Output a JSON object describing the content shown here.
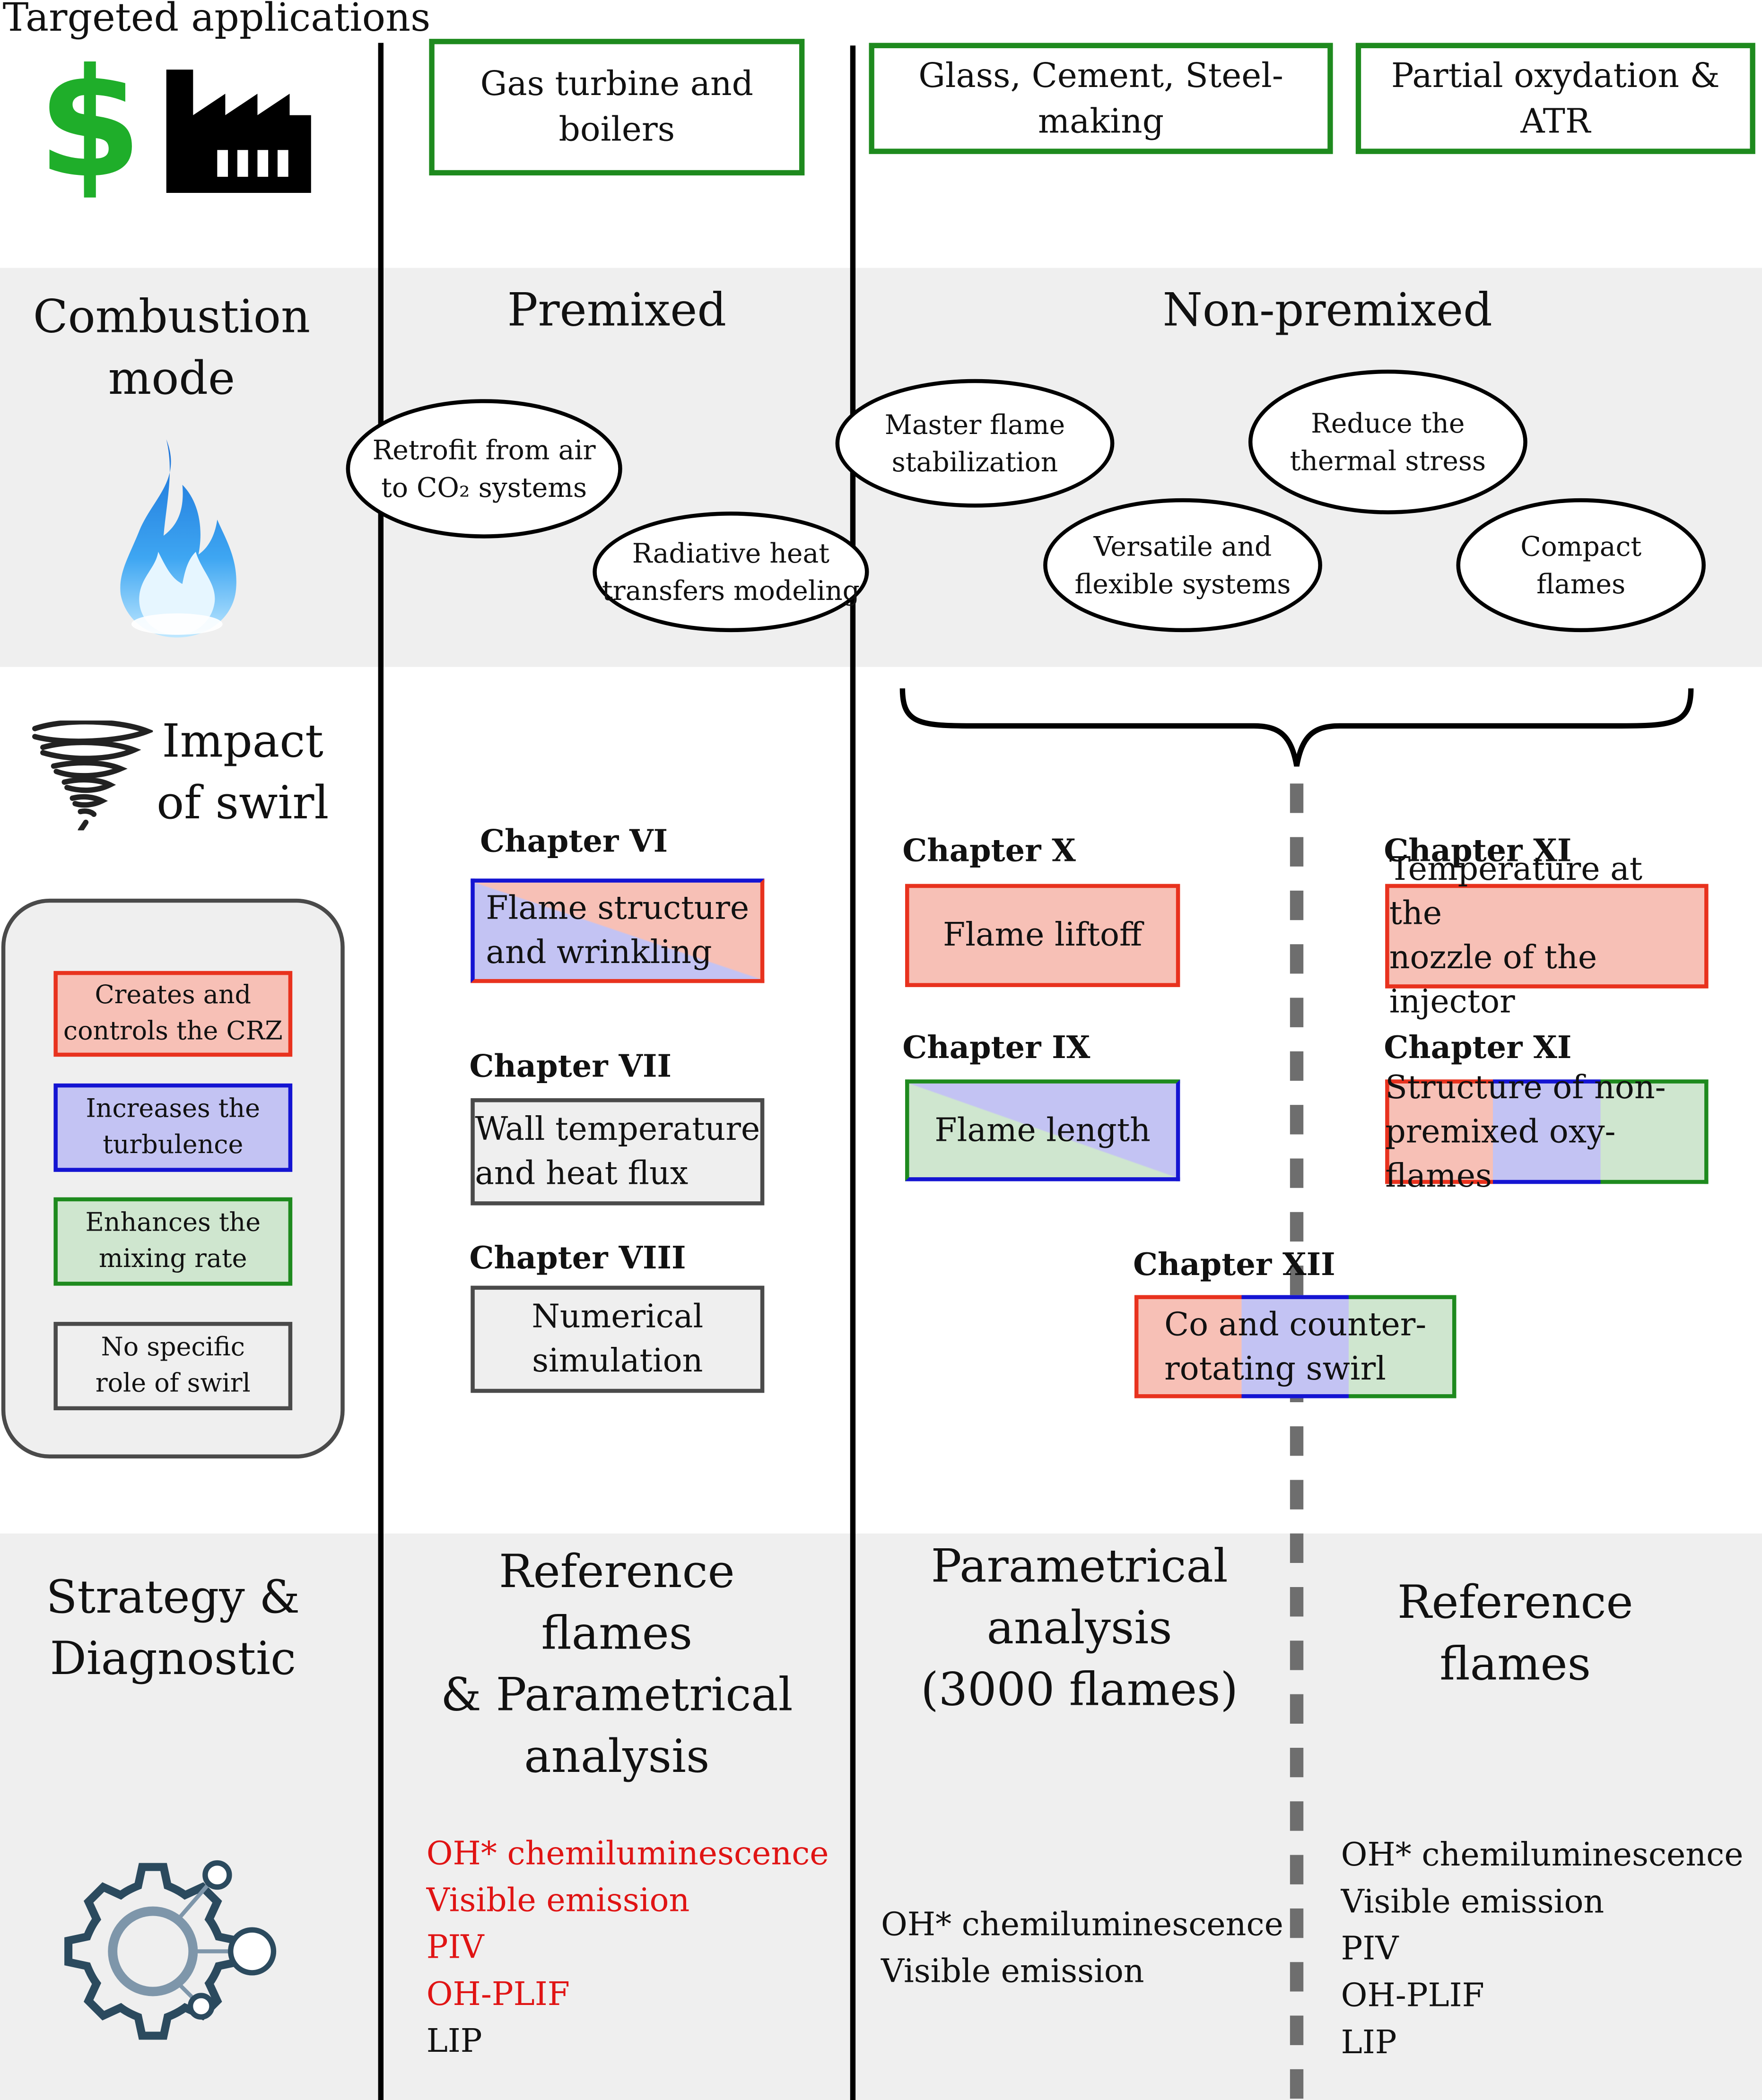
{
  "header": {
    "title": "Targeted applications"
  },
  "applications": {
    "gas": "Gas turbine  and\nboilers",
    "glass": "Glass, Cement, Steel-making",
    "partial": "Partial oxydation & ATR"
  },
  "combustion": {
    "label": "Combustion\nmode",
    "premixed": "Premixed",
    "nonpremixed": "Non-premixed",
    "ovals": {
      "retrofit": "Retrofit from air\nto CO₂ systems",
      "radiative": "Radiative heat\ntransfers modeling",
      "master": "Master flame\nstabilization",
      "versatile": "Versatile and\nflexible systems",
      "reduce": "Reduce the\nthermal  stress",
      "compact": "Compact\nflames"
    }
  },
  "swirl": {
    "label": "Impact\nof swirl"
  },
  "legend": {
    "crz": "Creates and\ncontrols the CRZ",
    "turbulence": "Increases the\nturbulence",
    "mixing": "Enhances the\nmixing rate",
    "none": "No specific\nrole of swirl"
  },
  "chapters": {
    "vi": {
      "title": "Chapter VI",
      "text": "Flame structure\nand wrinkling"
    },
    "vii": {
      "title": "Chapter VII",
      "text": "Wall temperature\nand heat flux"
    },
    "viii": {
      "title": "Chapter VIII",
      "text": "Numerical\nsimulation"
    },
    "x": {
      "title": "Chapter X",
      "text": "Flame liftoff"
    },
    "ix": {
      "title": "Chapter IX",
      "text": "Flame length"
    },
    "xi_a": {
      "title": "Chapter XI",
      "text": "Temperature at the\nnozzle of the injector"
    },
    "xi_b": {
      "title": "Chapter XI",
      "text": "Structure of non-\npremixed oxy-flames"
    },
    "xii": {
      "title": "Chapter XII",
      "text": "Co and counter-\nrotating swirl"
    }
  },
  "strategy": {
    "label": "Strategy &\nDiagnostic",
    "premixed": "Reference\nflames\n& Parametrical\nanalysis",
    "param": "Parametrical\nanalysis\n(3000 flames)",
    "reference": "Reference\nflames",
    "premixed_diag": [
      "OH* chemiluminescence",
      "Visible emission",
      "PIV",
      "OH-PLIF",
      "LIP"
    ],
    "param_diag": [
      "OH* chemiluminescence",
      "Visible emission"
    ],
    "reference_diag": [
      "OH* chemiluminescence",
      "Visible emission",
      "PIV",
      "OH-PLIF",
      "LIP"
    ]
  },
  "colors": {
    "red": "#e8321e",
    "red_fill": "#f7c0b6",
    "blue": "#1414d2",
    "blue_fill": "#c3c3f3",
    "green": "#1e8a1e",
    "green_fill": "#cfe6cf",
    "gray": "#4a4a4a",
    "gray_fill": "#efefef",
    "diag_red": "#e01414"
  }
}
